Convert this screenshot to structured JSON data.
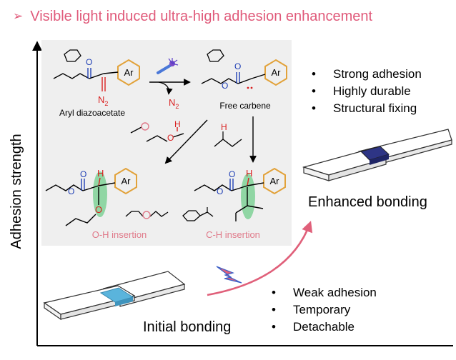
{
  "heading": {
    "marker": "➢",
    "text": "Visible light induced ultra-high adhesion enhancement"
  },
  "axis": {
    "ylabel": "Adhesion strength"
  },
  "scheme": {
    "reagent_label": "Aryl diazoacetate",
    "carbene_label": "Free carbene",
    "n2_diazo": "N",
    "n2_diazo_sub": "2",
    "n2_released": "N",
    "n2_released_sub": "2",
    "ar": "Ar",
    "o_atom": "O",
    "h_atom": "H",
    "oh_insertion": "O-H insertion",
    "ch_insertion": "C-H insertion"
  },
  "enhanced": {
    "label": "Enhanced bonding",
    "points": [
      "Strong adhesion",
      "Highly durable",
      "Structural fixing"
    ]
  },
  "initial": {
    "label": "Initial bonding",
    "points": [
      "Weak adhesion",
      "Temporary",
      "Detachable"
    ]
  },
  "colors": {
    "heading": "#e05a7a",
    "carbonyl_blue": "#1f3fb5",
    "heteroatom_red": "#d92020",
    "aryl_ring": "#e2a23a",
    "insertion_highlight": "#7fd197",
    "insertion_label": "#e07a8a",
    "enhanced_joint": "#2e3585",
    "initial_joint": "#5ab4dc",
    "arrow_pink": "#e0607a"
  },
  "icons": [
    "bullet-arrow-icon",
    "light-bulb-icon",
    "lightning-icon"
  ]
}
